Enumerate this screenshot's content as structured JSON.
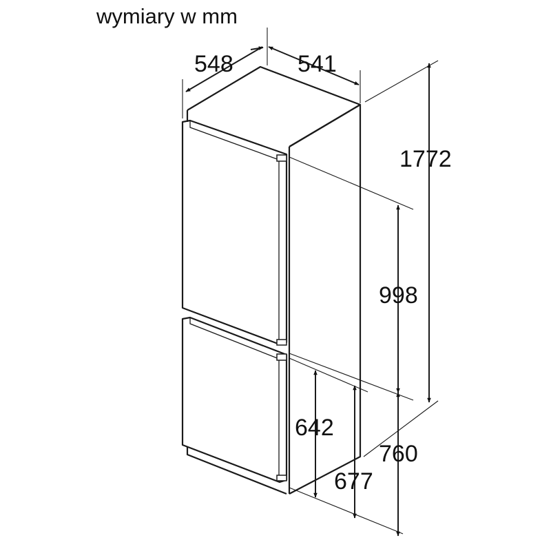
{
  "title": "wymiary w mm",
  "dimensions": {
    "depth_total": "548",
    "depth_body": "541",
    "height_total": "1772",
    "fridge_section": "998",
    "freezer_door": "642",
    "freezer_section": "677",
    "lower_section": "760"
  }
}
